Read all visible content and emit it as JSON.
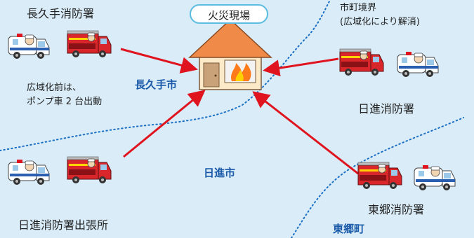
{
  "fire_site": {
    "label": "火災現場"
  },
  "stations": {
    "nagakute": "長久手消防署",
    "nisshin": "日進消防署",
    "nisshin_branch": "日進消防署出張所",
    "togo": "東郷消防署"
  },
  "boundary_note": {
    "line1": "市町境界",
    "line2": "(広域化により解消)"
  },
  "pre_note": {
    "line1": "広域化前は、",
    "line2": "ポンプ車 2 台出動"
  },
  "cities": {
    "nagakute": "長久手市",
    "nisshin": "日進市",
    "togo": "東郷町"
  },
  "colors": {
    "background": "#d9ecf8",
    "arrow": "#e0141e",
    "boundary": "#1b6fc4",
    "city_label": "#1a5aa8",
    "house_roof": "#ef8a48",
    "house_wall": "#fbe9c8"
  }
}
